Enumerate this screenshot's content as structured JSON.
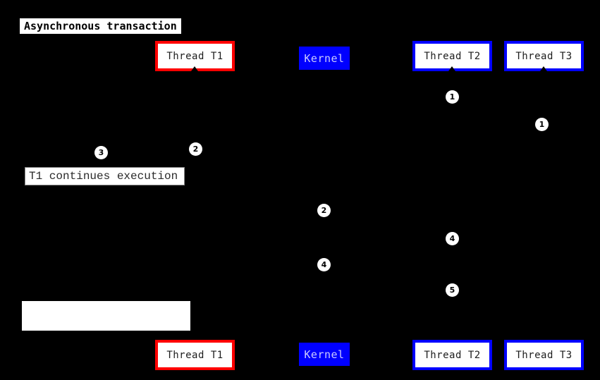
{
  "diagram": {
    "title": "Asynchronous transaction",
    "participants": [
      {
        "id": "thread-t1",
        "label": "Thread T1",
        "style": "red-border"
      },
      {
        "id": "kernel",
        "label": "Kernel",
        "style": "blue-fill"
      },
      {
        "id": "thread-t2",
        "label": "Thread T2",
        "style": "blue-border"
      },
      {
        "id": "thread-t3",
        "label": "Thread T3",
        "style": "blue-border"
      }
    ],
    "notes": [
      {
        "id": "note-t1-continues",
        "text": "T1 continues execution"
      },
      {
        "id": "note-empty",
        "text": ""
      }
    ],
    "sequence_markers": [
      {
        "label": "1",
        "lifeline": "thread-t2"
      },
      {
        "label": "1",
        "lifeline": "thread-t3"
      },
      {
        "label": "2",
        "lifeline": "thread-t1"
      },
      {
        "label": "3",
        "lifeline": "note-t1-continues"
      },
      {
        "label": "2",
        "lifeline": "kernel"
      },
      {
        "label": "4",
        "lifeline": "thread-t2"
      },
      {
        "label": "4",
        "lifeline": "kernel"
      },
      {
        "label": "5",
        "lifeline": "thread-t2"
      }
    ],
    "colors": {
      "background": "#000000",
      "red_accent": "#ff0000",
      "blue_accent": "#0000ff",
      "box_background": "#ffffff",
      "kernel_text": "#ccccff",
      "text": "#1c1c1c"
    }
  }
}
